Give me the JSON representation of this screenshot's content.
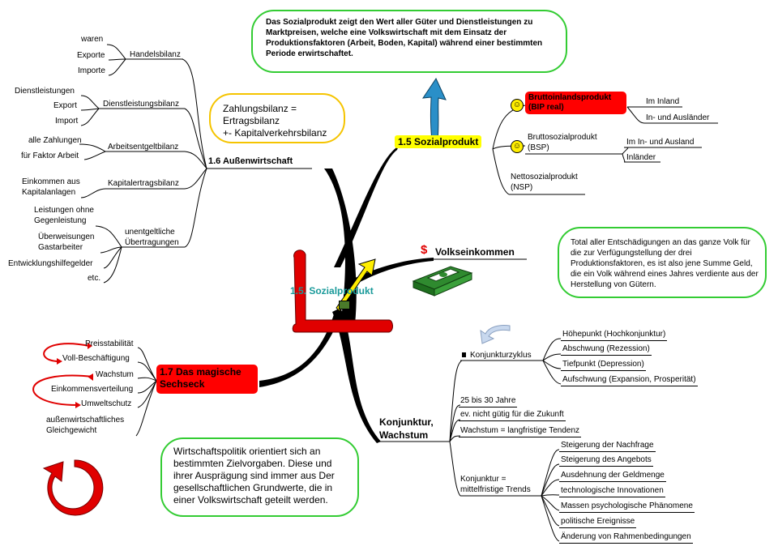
{
  "center": {
    "title": "1.5.  Sozialprodukt"
  },
  "sozialprodukt": {
    "label": "1.5 Sozialprodukt",
    "definition": "Das Sozialprodukt zeigt den Wert aller Güter und Dienstleistungen zu Marktpreisen, welche eine Volkswirtschaft mit dem Einsatz der Produktionsfaktoren (Arbeit, Boden, Kapital) während einer bestimmten Periode erwirtschaftet.",
    "bip": {
      "line1": "Bruttoinlandsprodukt",
      "line2": "(BIP real)",
      "children": [
        "Im Inland",
        "In- und Ausländer"
      ]
    },
    "bsp": {
      "line1": "Bruttosozialprodukt",
      "line2": "(BSP)",
      "children": [
        "Im In- und Ausland",
        "Inländer"
      ]
    },
    "nsp": {
      "line1": "Nettosozialprodukt",
      "line2": "(NSP)"
    }
  },
  "volkseinkommen": {
    "label": "Volkseinkommen",
    "definition": "Total aller Entschädigungen an das ganze Volk für die zur Verfügungstellung der drei Produktionsfaktoren, es ist also jene Summe Geld, die ein Volk während eines Jahres verdiente aus der Herstellung von Gütern."
  },
  "aussenwirtschaft": {
    "label": "1.6 Außenwirtschaft",
    "note_line1": "Zahlungsbilanz =",
    "note_line2": "Ertragsbilanz",
    "note_line3": "+- Kapitalverkehrsbilanz",
    "handelsbilanz": {
      "label": "Handelsbilanz",
      "children": [
        "waren",
        "Exporte",
        "Importe"
      ]
    },
    "dienstleistungsbilanz": {
      "label": "Dienstleistungsbilanz",
      "children": [
        "Dienstleistungen",
        "Export",
        "Import"
      ]
    },
    "arbeitsentgeltbilanz": {
      "label": "Arbeitsentgeltbilanz",
      "children": [
        "alle Zahlungen",
        "für Faktor Arbeit"
      ]
    },
    "kapitalertragsbilanz": {
      "label": "Kapitalertragsbilanz",
      "child_line1": "Einkommen aus",
      "child_line2": "Kapitalanlagen"
    },
    "uebertragungen": {
      "line1": "unentgeltliche",
      "line2": "Übertragungen",
      "c1_line1": "Leistungen ohne",
      "c1_line2": "Gegenleistung",
      "c2_line1": "Überweisungen",
      "c2_line2": "Gastarbeiter",
      "c3": "Entwicklungshilfegelder",
      "c4": "etc."
    }
  },
  "sechseck": {
    "line1": "1.7 Das magische",
    "line2": "Sechseck",
    "children": [
      "Preisstabilität",
      "Voll-Beschäftigung",
      "Wachstum",
      "Einkommensverteilung",
      "Umweltschutz"
    ],
    "last_line1": "außenwirtschaftliches",
    "last_line2": "Gleichgewicht",
    "note": "Wirtschaftspolitik orientiert sich an bestimmten Zielvorgaben. Diese und ihrer Ausprägung sind immer aus Der gesellschaftlichen Grundwerte, die in einer Volkswirtschaft geteilt werden."
  },
  "konjunktur": {
    "line1": "Konjunktur,",
    "line2": "Wachstum",
    "zyklus": {
      "label": "Konjunkturzyklus",
      "children": [
        "Höhepunkt (Hochkonjunktur)",
        "Abschwung (Rezession)",
        "Tiefpunkt (Depression)",
        "Aufschwung (Expansion, Prosperität)"
      ]
    },
    "items": [
      "25 bis 30 Jahre",
      "ev. nicht gütig für die Zukunft",
      "Wachstum = langfristige Tendenz"
    ],
    "mittelfristig": {
      "line1": "Konjunktur =",
      "line2": "mittelfristige Trends",
      "children": [
        "Steigerung der Nachfrage",
        "Steigerung des Angebots",
        "Ausdehnung der Geldmenge",
        "technologische Innovationen",
        "Massen psychologische Phänomene",
        "politische Ereignisse",
        "Änderung von Rahmenbedingungen"
      ]
    }
  },
  "icons": [
    "smiley-happy-icon",
    "smiley-neutral-icon",
    "dollar-icon",
    "money-stack-icon",
    "cycle-arrow-icon",
    "blue-up-arrow-icon",
    "book-icon"
  ],
  "colors": {
    "yellow_label": "#ffff00",
    "red_label": "#ff0000",
    "green_bubble": "#33cc33",
    "orange_bubble": "#f5c400",
    "arrow_red": "#e00000",
    "arrow_blue": "#2a8fc8"
  }
}
